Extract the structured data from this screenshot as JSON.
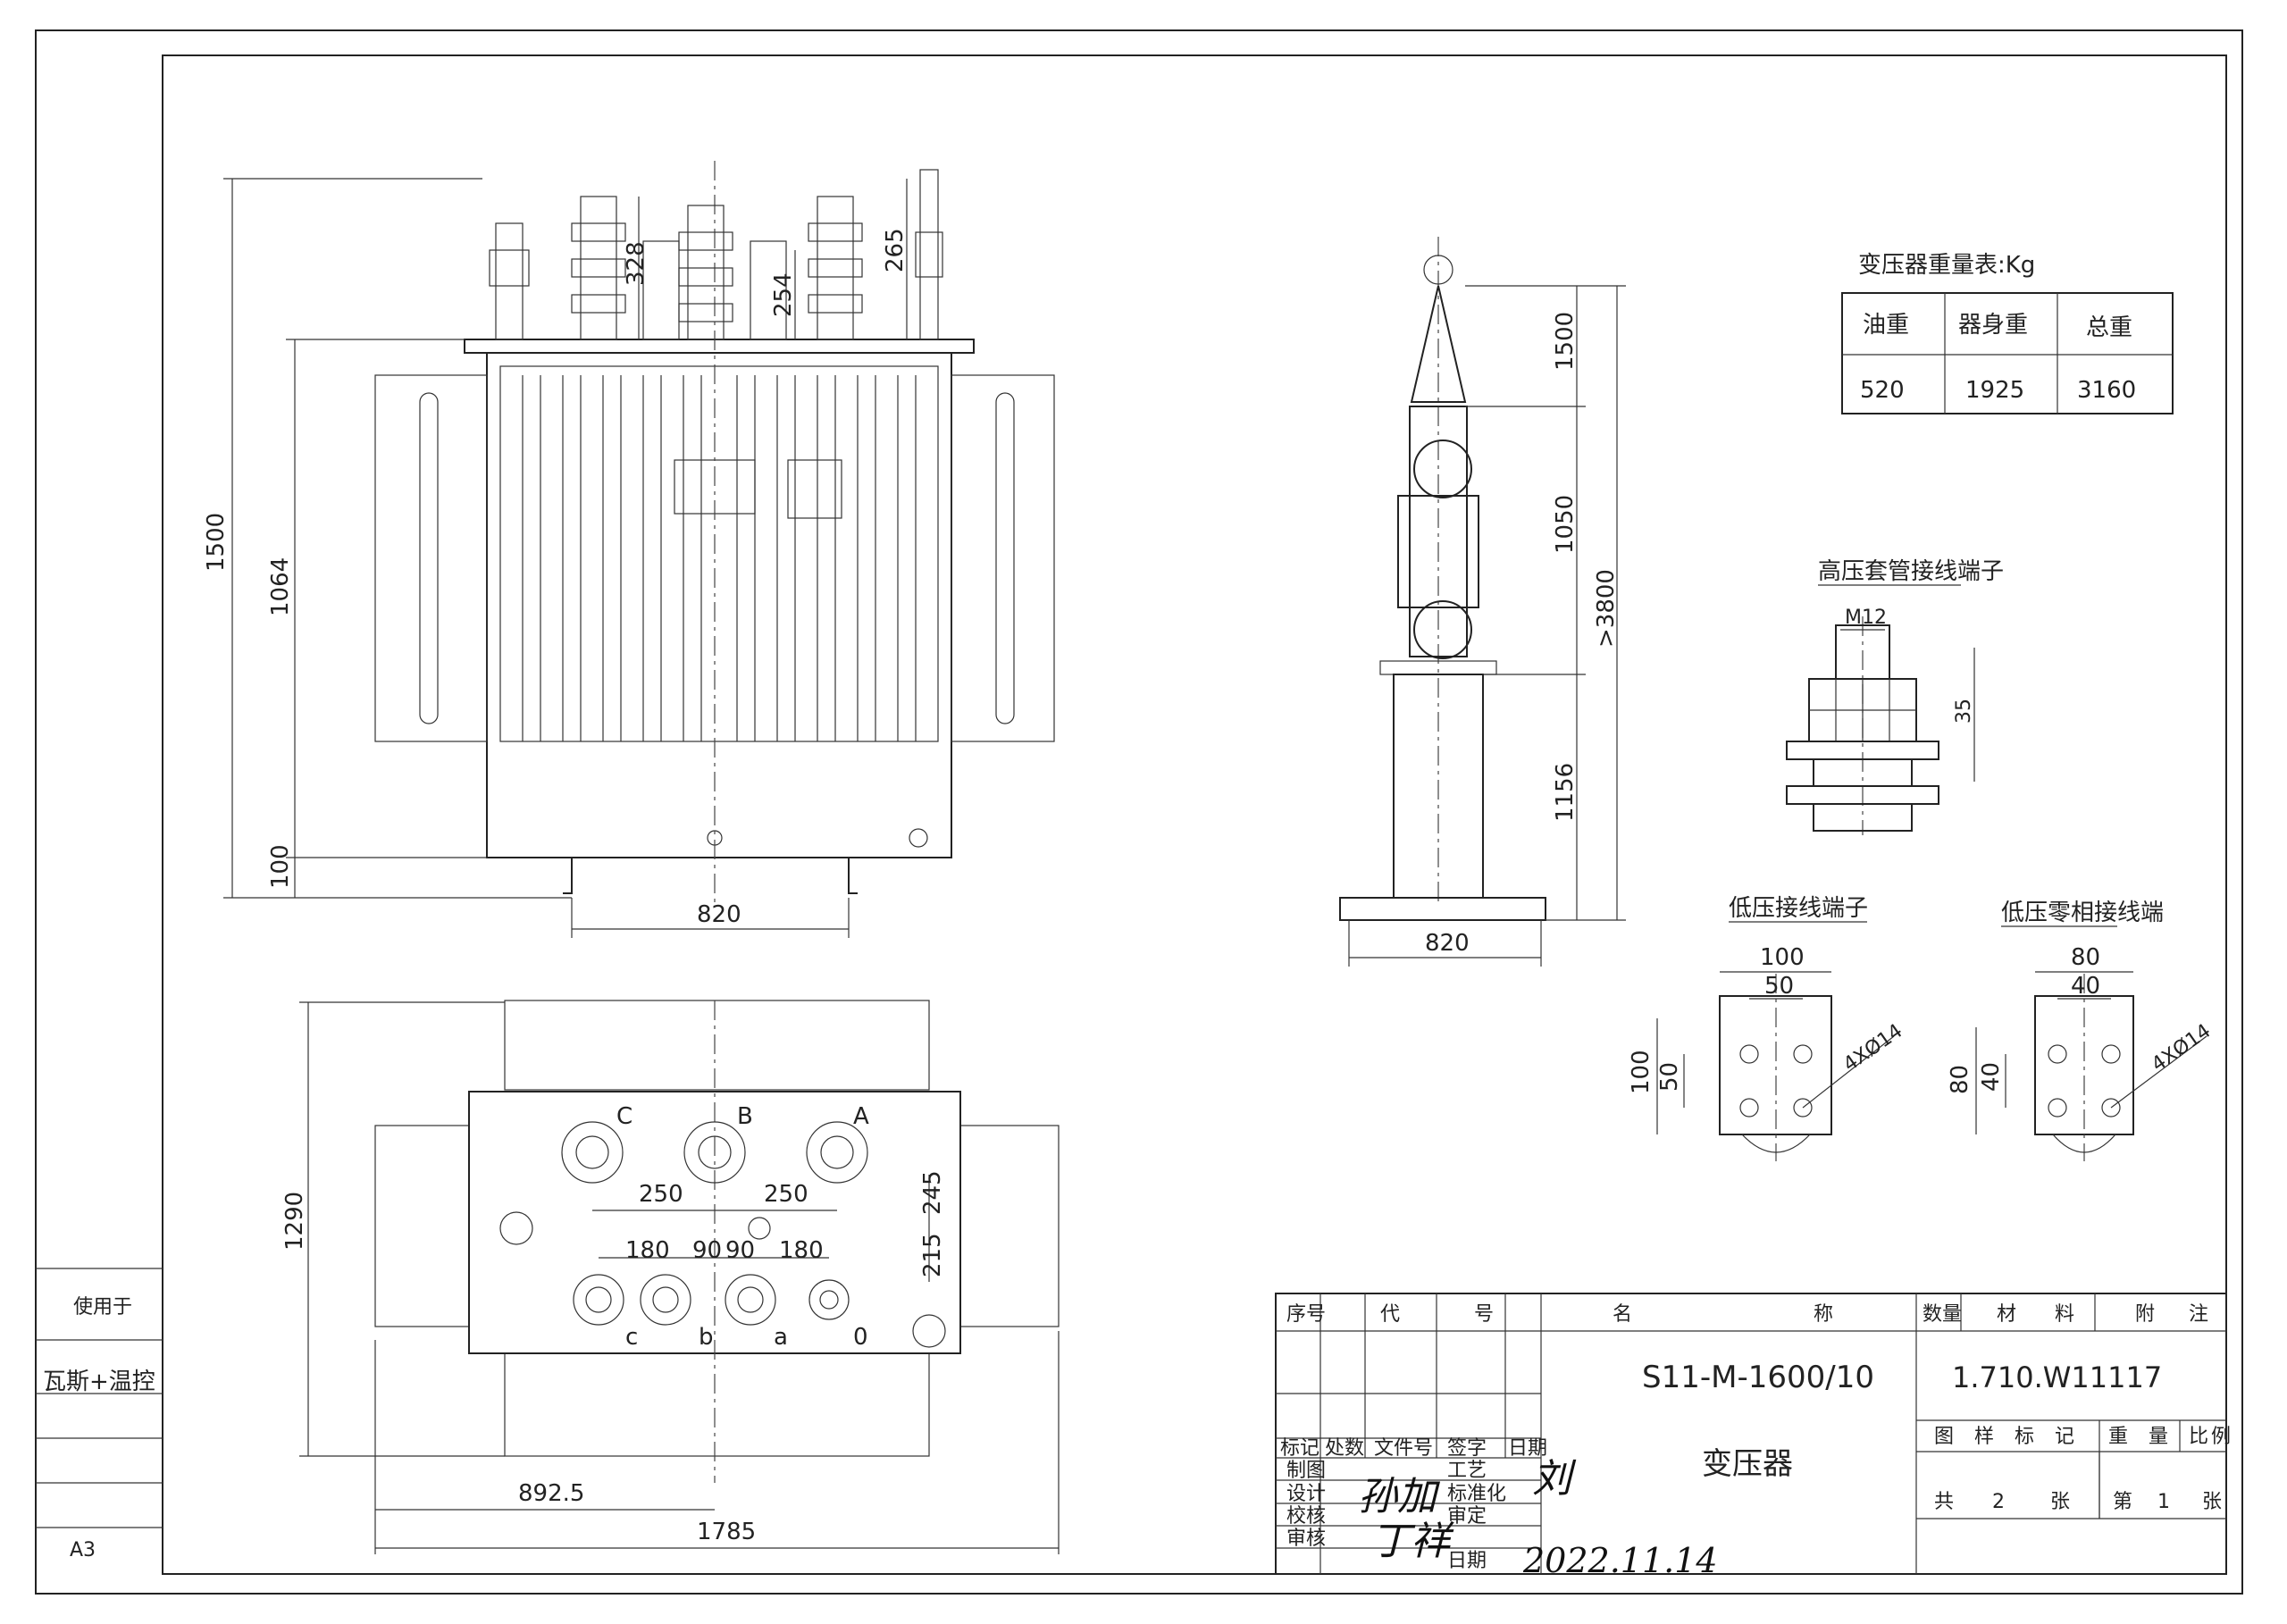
{
  "sheet": {
    "size": "A3",
    "used_for_label": "使用于",
    "used_for_value": "瓦斯+温控"
  },
  "front_view": {
    "dims": {
      "height_total": "1500",
      "tank_height": "1064",
      "base_height": "100",
      "width": "820",
      "bushing_a": "328",
      "bushing_b": "254",
      "bushing_c": "265"
    }
  },
  "side_view": {
    "dims": {
      "lift": "1500",
      "core": "1050",
      "base": "1156",
      "total": ">3800",
      "width": "820"
    }
  },
  "top_view": {
    "hv_labels": [
      "C",
      "B",
      "A"
    ],
    "lv_labels": [
      "c",
      "b",
      "a",
      "0"
    ],
    "dims": {
      "hv_spacing_1": "250",
      "hv_spacing_2": "250",
      "lv_1": "180",
      "lv_2": "90",
      "lv_3": "90",
      "lv_4": "180",
      "v1": "245",
      "v2": "215",
      "depth": "1290",
      "half_width": "892.5",
      "full_width": "1785"
    }
  },
  "weight_table": {
    "title": "变压器重量表:Kg",
    "headers": [
      "油重",
      "器身重",
      "总重"
    ],
    "values": [
      "520",
      "1925",
      "3160"
    ]
  },
  "hv_terminal": {
    "title": "高压套管接线端子",
    "thread": "M12",
    "height": "35"
  },
  "lv_terminal": {
    "title": "低压接线端子",
    "w_outer": "100",
    "w_inner": "50",
    "h_outer": "100",
    "h_inner": "50",
    "holes": "4XØ14"
  },
  "lv_neutral_terminal": {
    "title": "低压零相接线端",
    "w_outer": "80",
    "w_inner": "40",
    "h_outer": "80",
    "h_inner": "40",
    "holes": "4XØ14"
  },
  "title_block": {
    "bom_headers": [
      "序号",
      "代",
      "号",
      "名",
      "称",
      "数量",
      "材",
      "料",
      "附",
      "注"
    ],
    "model": "S11-M-1600/10",
    "name": "变压器",
    "drawing_no": "1.710.W11117",
    "rev_headers": [
      "标记",
      "处数",
      "文件号",
      "签字",
      "日期"
    ],
    "roles_left": [
      "制图",
      "设计",
      "校核",
      "审核"
    ],
    "roles_right": [
      "工艺",
      "标准化",
      "审定",
      "日期"
    ],
    "right_headers": [
      "图",
      "样",
      "标",
      "记",
      "重",
      "量",
      "比",
      "例"
    ],
    "total_sheets_label": "共",
    "total_sheets": "2",
    "sheet_unit": "张",
    "sheet_no_label": "第",
    "sheet_no": "1",
    "sheet_no_unit": "张",
    "signature_1": "孙加",
    "signature_2": "丁祥",
    "signature_3": "刘",
    "date_hand": "2022.11.14"
  }
}
